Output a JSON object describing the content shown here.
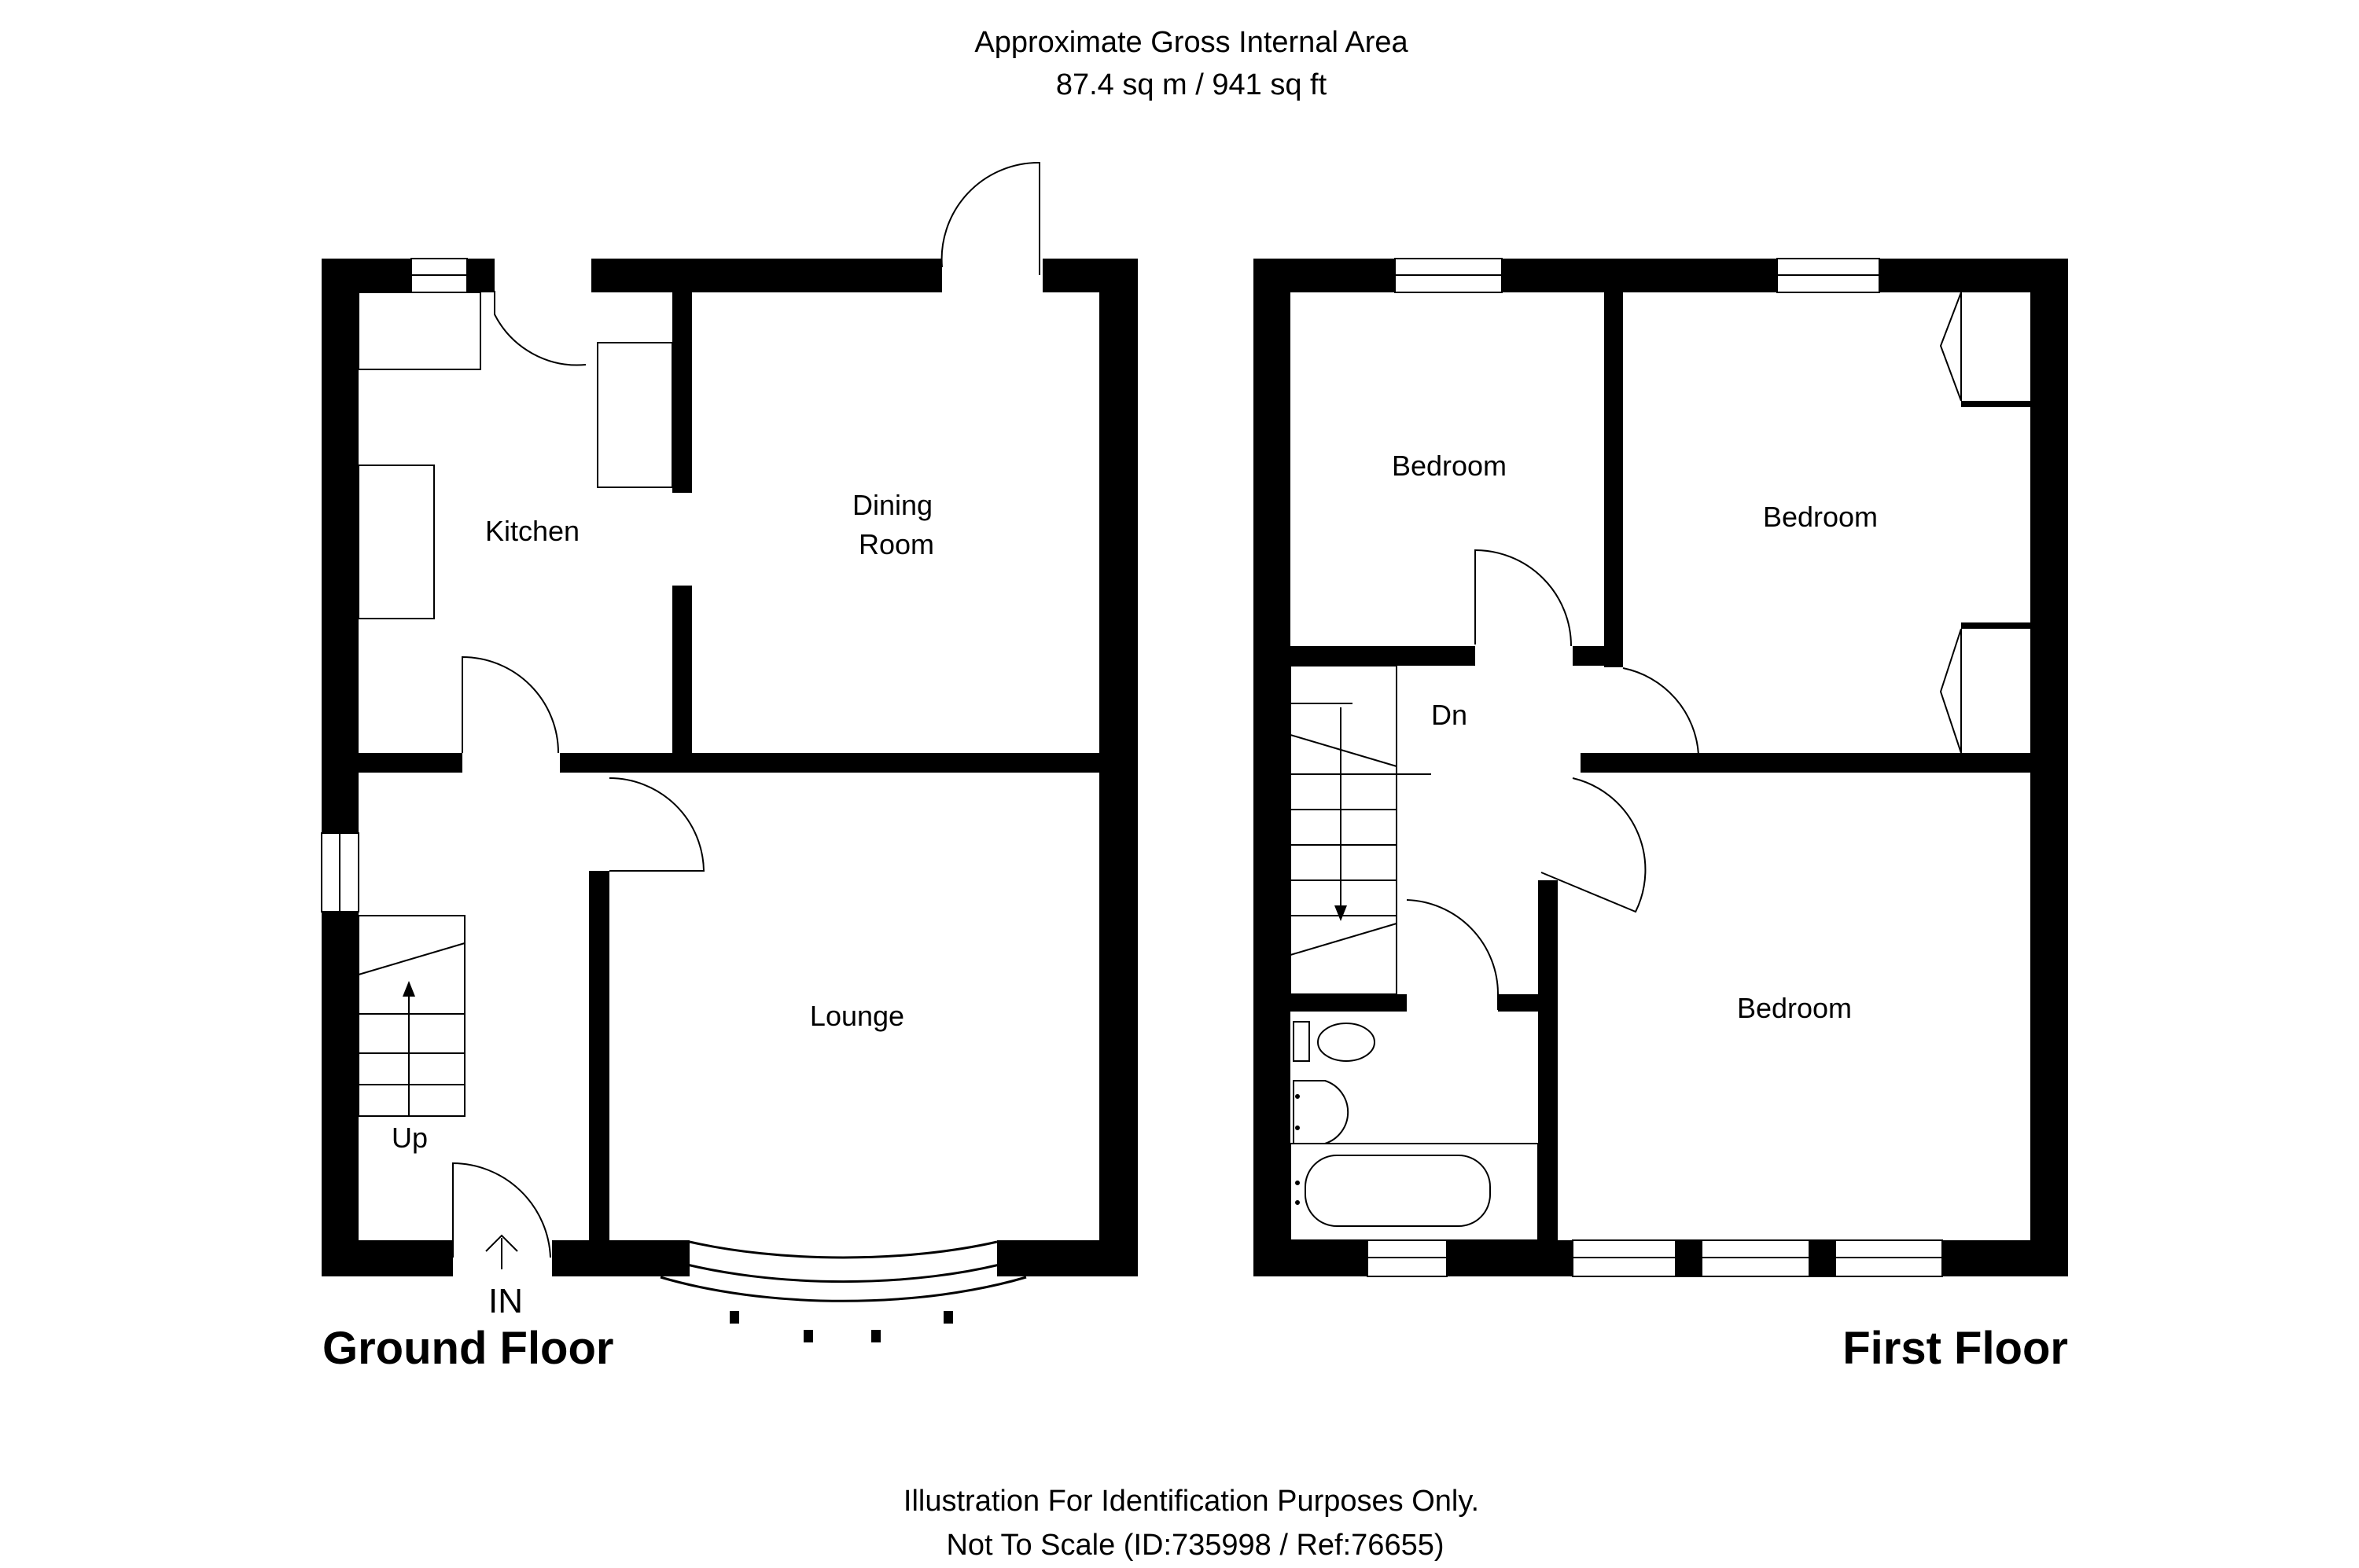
{
  "header": {
    "line1": "Approximate Gross Internal Area",
    "line2": "87.4 sq m / 941 sq ft"
  },
  "ground_floor": {
    "title": "Ground Floor",
    "rooms": {
      "kitchen": "Kitchen",
      "dining_line1": "Dining",
      "dining_line2": "Room",
      "lounge": "Lounge"
    },
    "stairs_label": "Up",
    "entrance_label": "IN"
  },
  "first_floor": {
    "title": "First Floor",
    "rooms": {
      "bedroom_1": "Bedroom",
      "bedroom_2": "Bedroom",
      "bedroom_3": "Bedroom"
    },
    "stairs_label": "Dn"
  },
  "footer": {
    "line1": "Illustration For Identification Purposes Only.",
    "line2": "Not To Scale (ID:735998 / Ref:76655)"
  },
  "colors": {
    "wall": "#000000",
    "background": "#ffffff"
  }
}
